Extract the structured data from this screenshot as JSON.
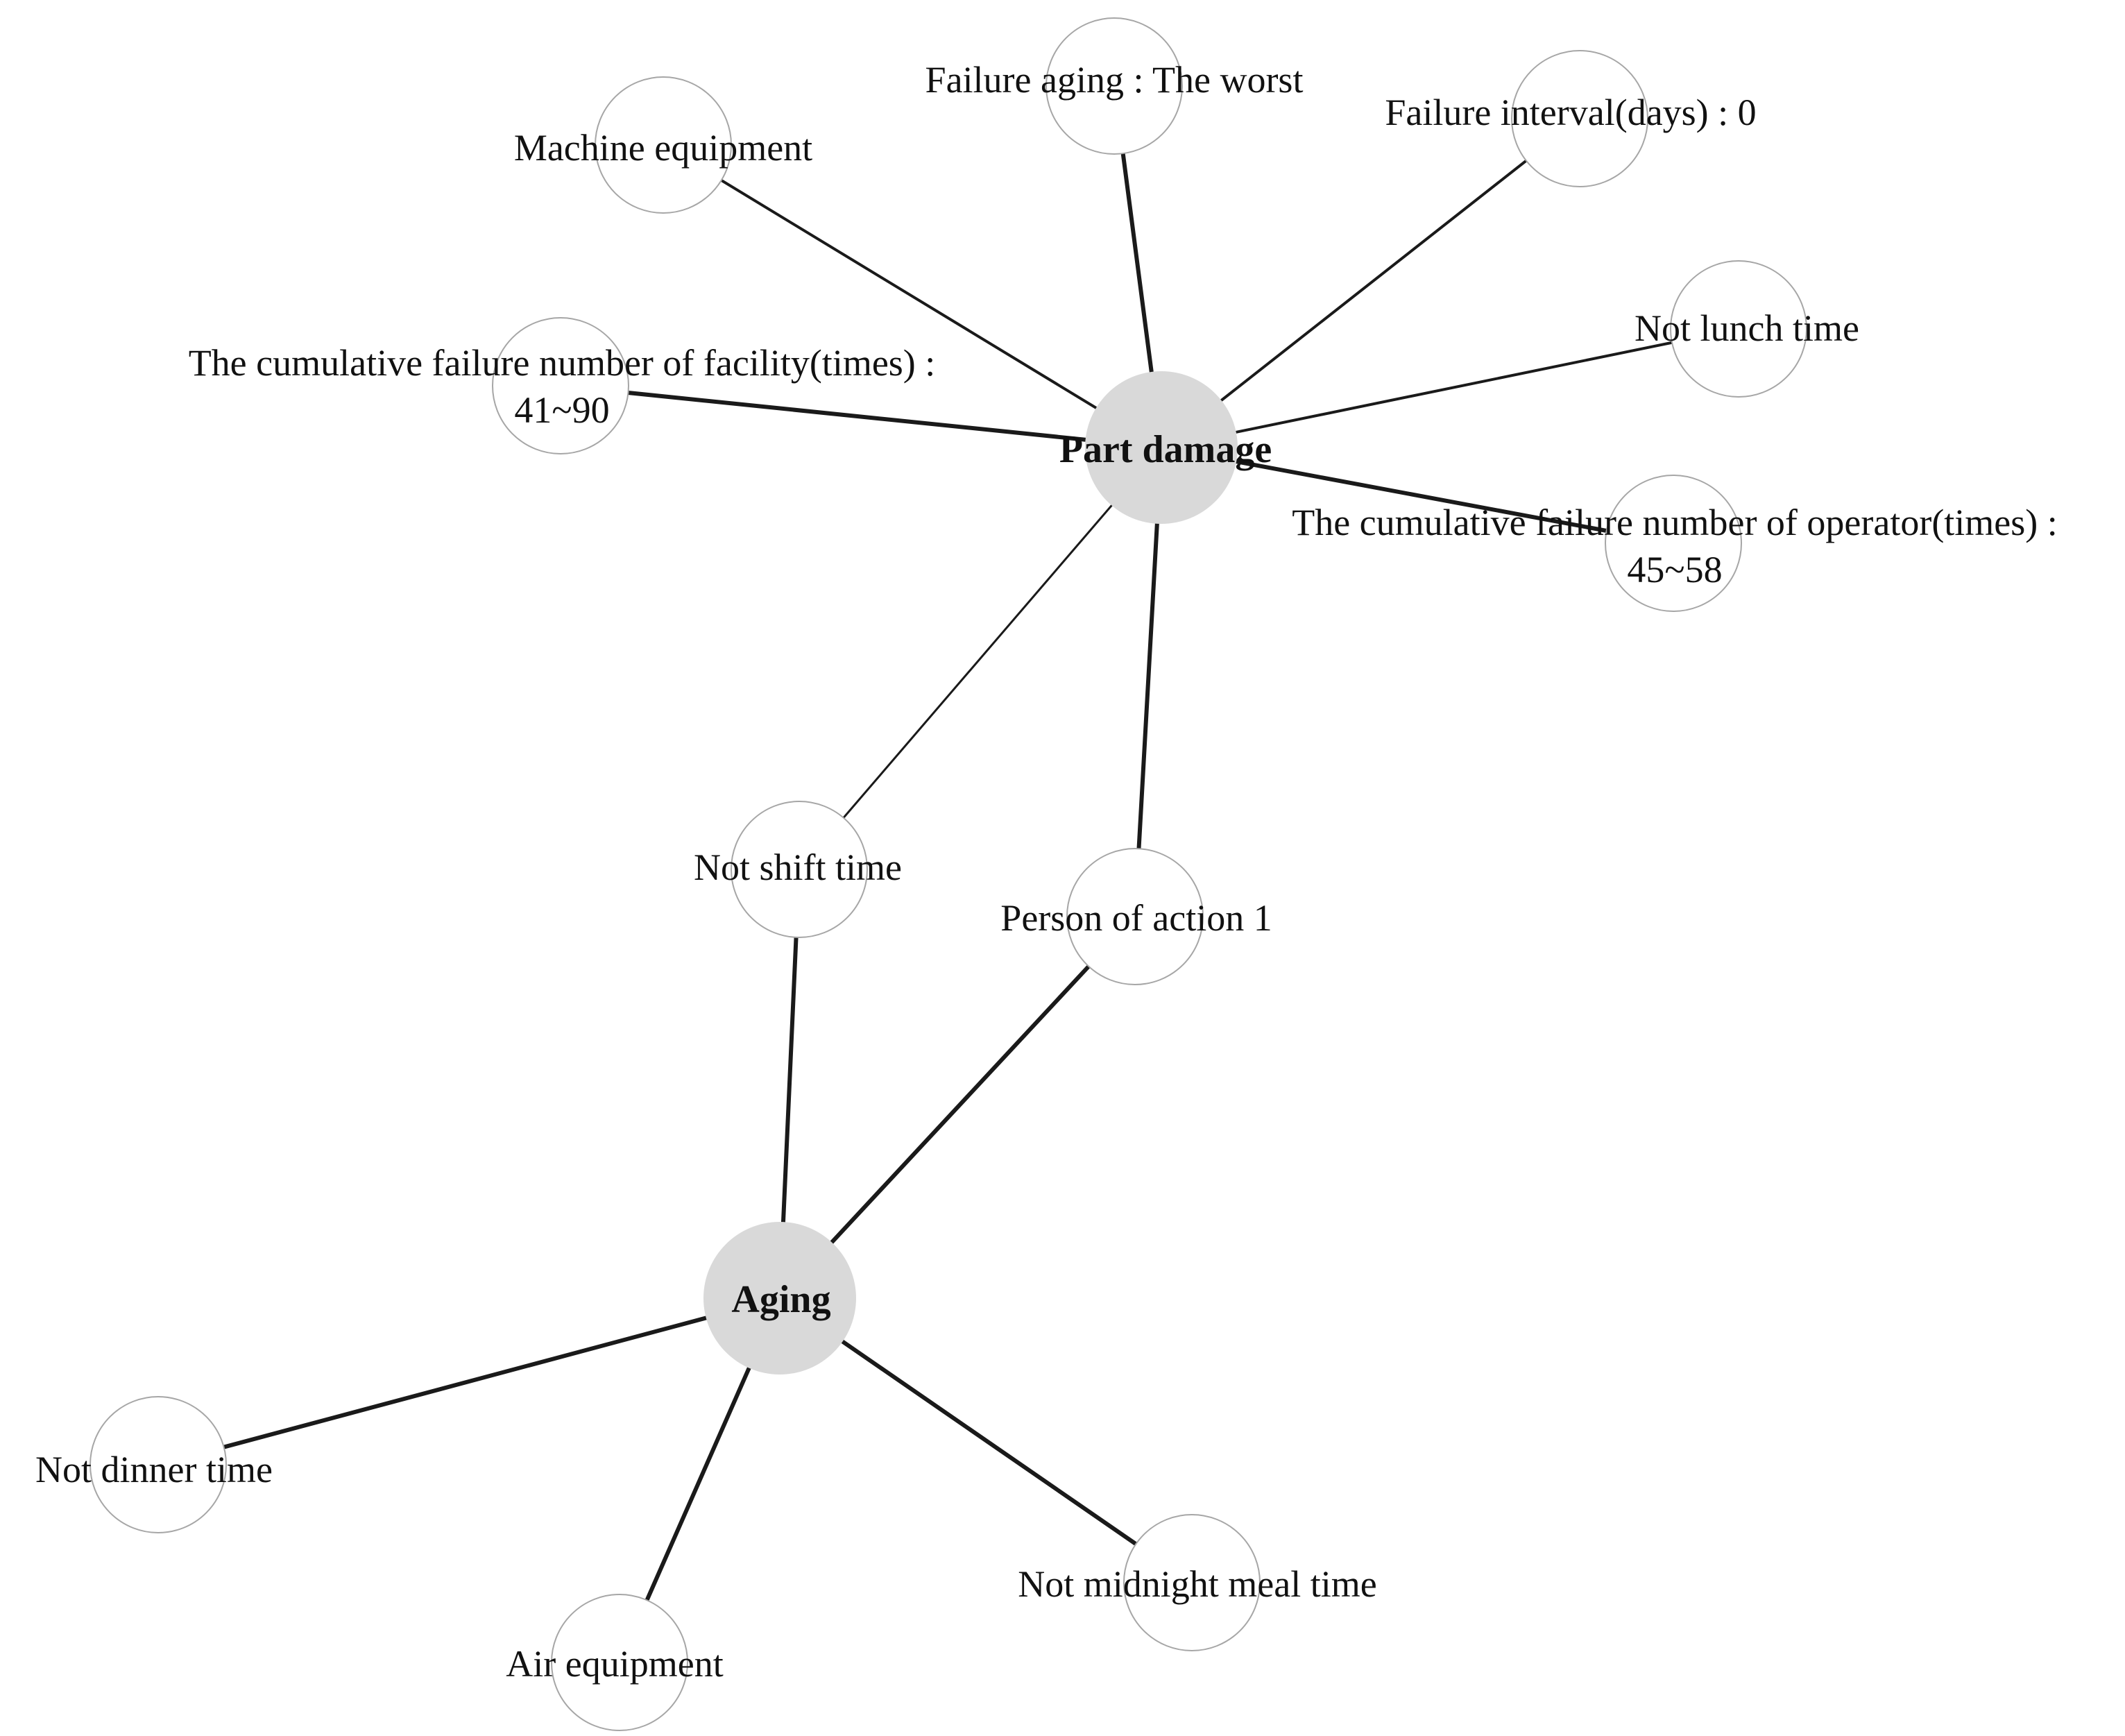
{
  "diagram": {
    "hubs": [
      {
        "id": "part-damage",
        "label": "Part damage"
      },
      {
        "id": "aging",
        "label": "Aging"
      }
    ],
    "nodes": [
      {
        "id": "machine-equipment",
        "lines": [
          "Machine equipment"
        ]
      },
      {
        "id": "failure-aging",
        "lines": [
          "Failure aging : The worst"
        ]
      },
      {
        "id": "failure-interval",
        "lines": [
          "Failure interval(days) : 0"
        ]
      },
      {
        "id": "not-lunch-time",
        "lines": [
          "Not lunch time"
        ]
      },
      {
        "id": "cumulative-facility",
        "lines": [
          "The cumulative failure number of facility(times) :",
          "41~90"
        ]
      },
      {
        "id": "cumulative-operator",
        "lines": [
          "The cumulative failure number of operator(times) :",
          "45~58"
        ]
      },
      {
        "id": "not-shift-time",
        "lines": [
          "Not shift time"
        ]
      },
      {
        "id": "person-of-action",
        "lines": [
          "Person of action 1"
        ]
      },
      {
        "id": "not-dinner-time",
        "lines": [
          "Not dinner time"
        ]
      },
      {
        "id": "air-equipment",
        "lines": [
          "Air equipment"
        ]
      },
      {
        "id": "not-midnight-meal-time",
        "lines": [
          "Not midnight meal time"
        ]
      }
    ],
    "edges": [
      {
        "from": "part-damage",
        "to": "machine-equipment",
        "weight": "medium"
      },
      {
        "from": "part-damage",
        "to": "failure-aging",
        "weight": "heavy"
      },
      {
        "from": "part-damage",
        "to": "failure-interval",
        "weight": "medium"
      },
      {
        "from": "part-damage",
        "to": "not-lunch-time",
        "weight": "medium"
      },
      {
        "from": "part-damage",
        "to": "cumulative-facility",
        "weight": "heavy"
      },
      {
        "from": "part-damage",
        "to": "cumulative-operator",
        "weight": "heavy"
      },
      {
        "from": "part-damage",
        "to": "not-shift-time",
        "weight": "light"
      },
      {
        "from": "part-damage",
        "to": "person-of-action",
        "weight": "heavy"
      },
      {
        "from": "aging",
        "to": "not-shift-time",
        "weight": "heavy"
      },
      {
        "from": "aging",
        "to": "person-of-action",
        "weight": "heavy"
      },
      {
        "from": "aging",
        "to": "not-dinner-time",
        "weight": "heavy"
      },
      {
        "from": "aging",
        "to": "air-equipment",
        "weight": "heavy"
      },
      {
        "from": "aging",
        "to": "not-midnight-meal-time",
        "weight": "heavy"
      }
    ],
    "colors": {
      "hub_fill": "#d9d9d9",
      "node_fill": "#ffffff",
      "node_stroke": "#a6a6a6",
      "edge": "#1a1a1a",
      "text": "#111111"
    }
  }
}
